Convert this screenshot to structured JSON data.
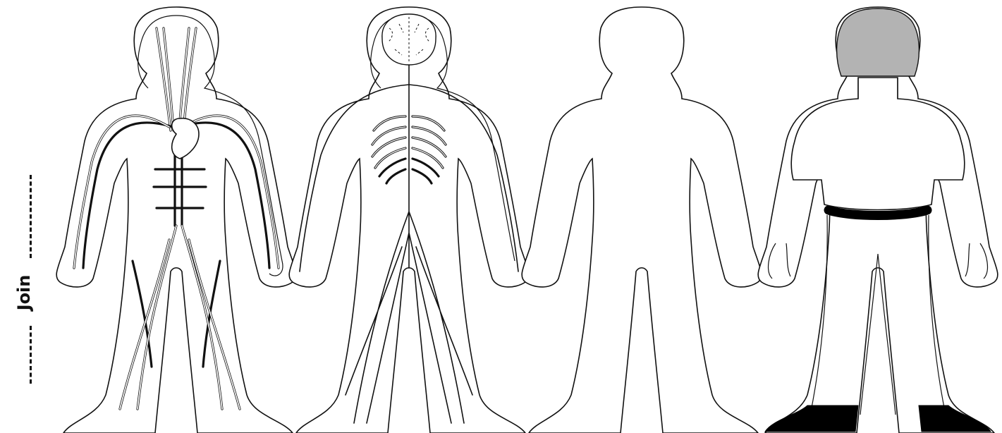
{
  "join_label": "Join",
  "figures": [
    {
      "name": "circulatory-system",
      "icon": "blood-vessels-heart-figure"
    },
    {
      "name": "nervous-system",
      "icon": "brain-nerves-figure"
    },
    {
      "name": "blank-outline",
      "icon": "blank-body-outline"
    },
    {
      "name": "clothed-person",
      "icon": "person-with-shirt-belt-shoes"
    }
  ],
  "colors": {
    "line": "#111111",
    "hair": "#b3b3b3",
    "belt": "#000000",
    "shoes": "#000000"
  }
}
